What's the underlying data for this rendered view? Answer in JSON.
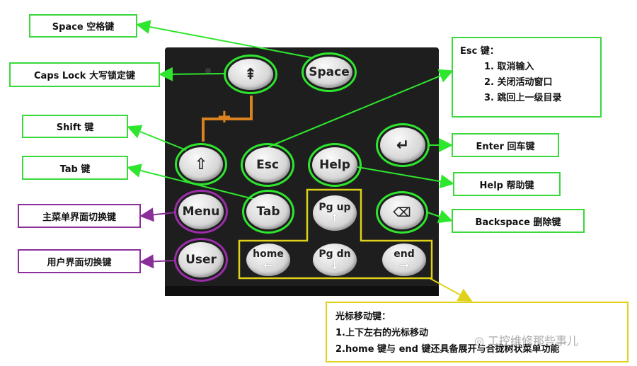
{
  "keys": {
    "space": "Space",
    "caps_lock_symbol": "⇞",
    "shift_symbol": "⇧",
    "esc": "Esc",
    "help": "Help",
    "menu": "Menu",
    "tab": "Tab",
    "user": "User",
    "pg_up": "Pg up",
    "pg_up_arrow": "↑",
    "home": "home",
    "home_arrow": "←",
    "pg_dn": "Pg dn",
    "pg_dn_arrow": "↓",
    "end": "end",
    "end_arrow": "→",
    "enter_symbol": "↵",
    "backspace_symbol": "⌫",
    "combo_plus": "+"
  },
  "labels": {
    "space": "Space 空格键",
    "caps_lock": "Caps Lock 大写锁定键",
    "shift": "Shift 键",
    "tab": "Tab 键",
    "menu": "主菜单界面切换键",
    "user": "用户界面切换键",
    "enter": "Enter 回车键",
    "help": "Help 帮助键",
    "backspace": "Backspace 删除键"
  },
  "esc_info": {
    "title": "Esc 键：",
    "items": [
      "1. 取消输入",
      "2. 关闭活动窗口",
      "3. 跳回上一级目录"
    ]
  },
  "cursor_info": {
    "title": "光标移动键：",
    "items": [
      "1.上下左右的光标移动",
      "2.home 键与 end 键还具备展开与合拢树状菜单功能"
    ]
  },
  "watermark": "工控维修那些事儿",
  "colors": {
    "green": "#2ee62e",
    "purple": "#8a2f9a",
    "yellow": "#e0d21a",
    "orange": "#d9821f"
  }
}
